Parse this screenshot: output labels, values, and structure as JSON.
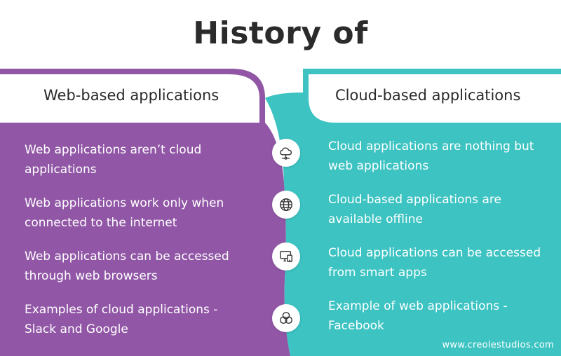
{
  "title": "History of",
  "colors": {
    "purple": "#9157a6",
    "teal": "#3cc3c2",
    "text_dark": "#2b2b2b",
    "white": "#ffffff"
  },
  "left": {
    "header": "Web-based applications",
    "items": [
      "Web applications aren’t cloud applications",
      "Web applications work only when connected to the internet",
      "Web applications can be accessed through web browsers",
      "Examples of cloud applications - Slack and Google"
    ]
  },
  "right": {
    "header": "Cloud-based applications",
    "items": [
      "Cloud applications are nothing but web applications",
      "Cloud-based applications are available offline",
      "Cloud applications can be accessed from smart apps",
      "Example of web applications - Facebook"
    ]
  },
  "icons": [
    "cloud-network-icon",
    "globe-icon",
    "devices-icon",
    "overlapping-circles-icon"
  ],
  "footer": "www.creolestudios.com"
}
